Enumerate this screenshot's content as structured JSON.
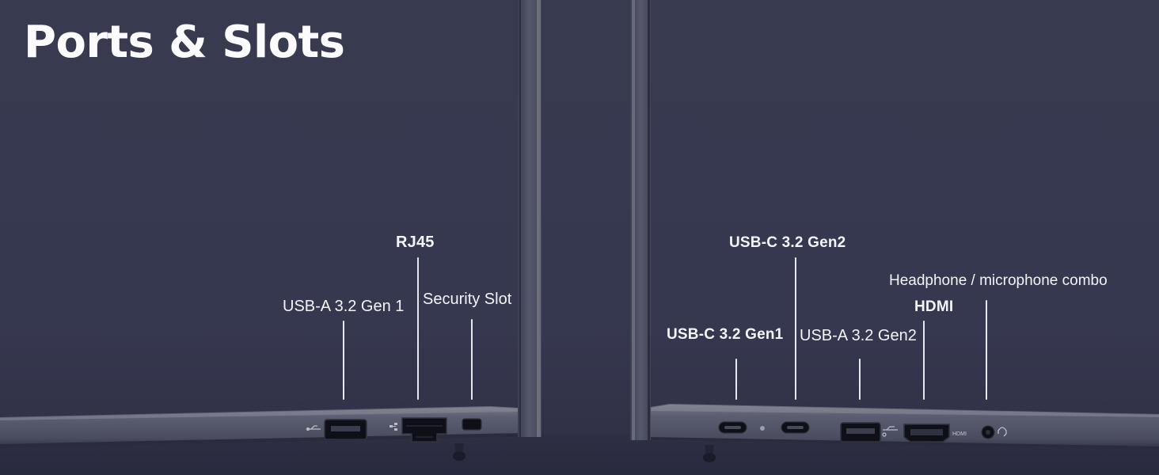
{
  "title": "Ports & Slots",
  "left_side": {
    "labels": {
      "usb_a_gen1": "USB-A 3.2 Gen 1",
      "rj45": "RJ45",
      "security_slot": "Security Slot"
    }
  },
  "right_side": {
    "labels": {
      "usb_c_gen1": "USB-C 3.2 Gen1",
      "usb_c_gen2": "USB-C 3.2 Gen2",
      "usb_a_gen2": "USB-A 3.2 Gen2",
      "hdmi": "HDMI",
      "audio_combo": "Headphone / microphone combo"
    },
    "port_markings": {
      "hdmi": "HDMI"
    }
  },
  "colors": {
    "background": "#373950",
    "chassis": "#5a5d70",
    "port": "#101118",
    "text": "#ffffff"
  }
}
